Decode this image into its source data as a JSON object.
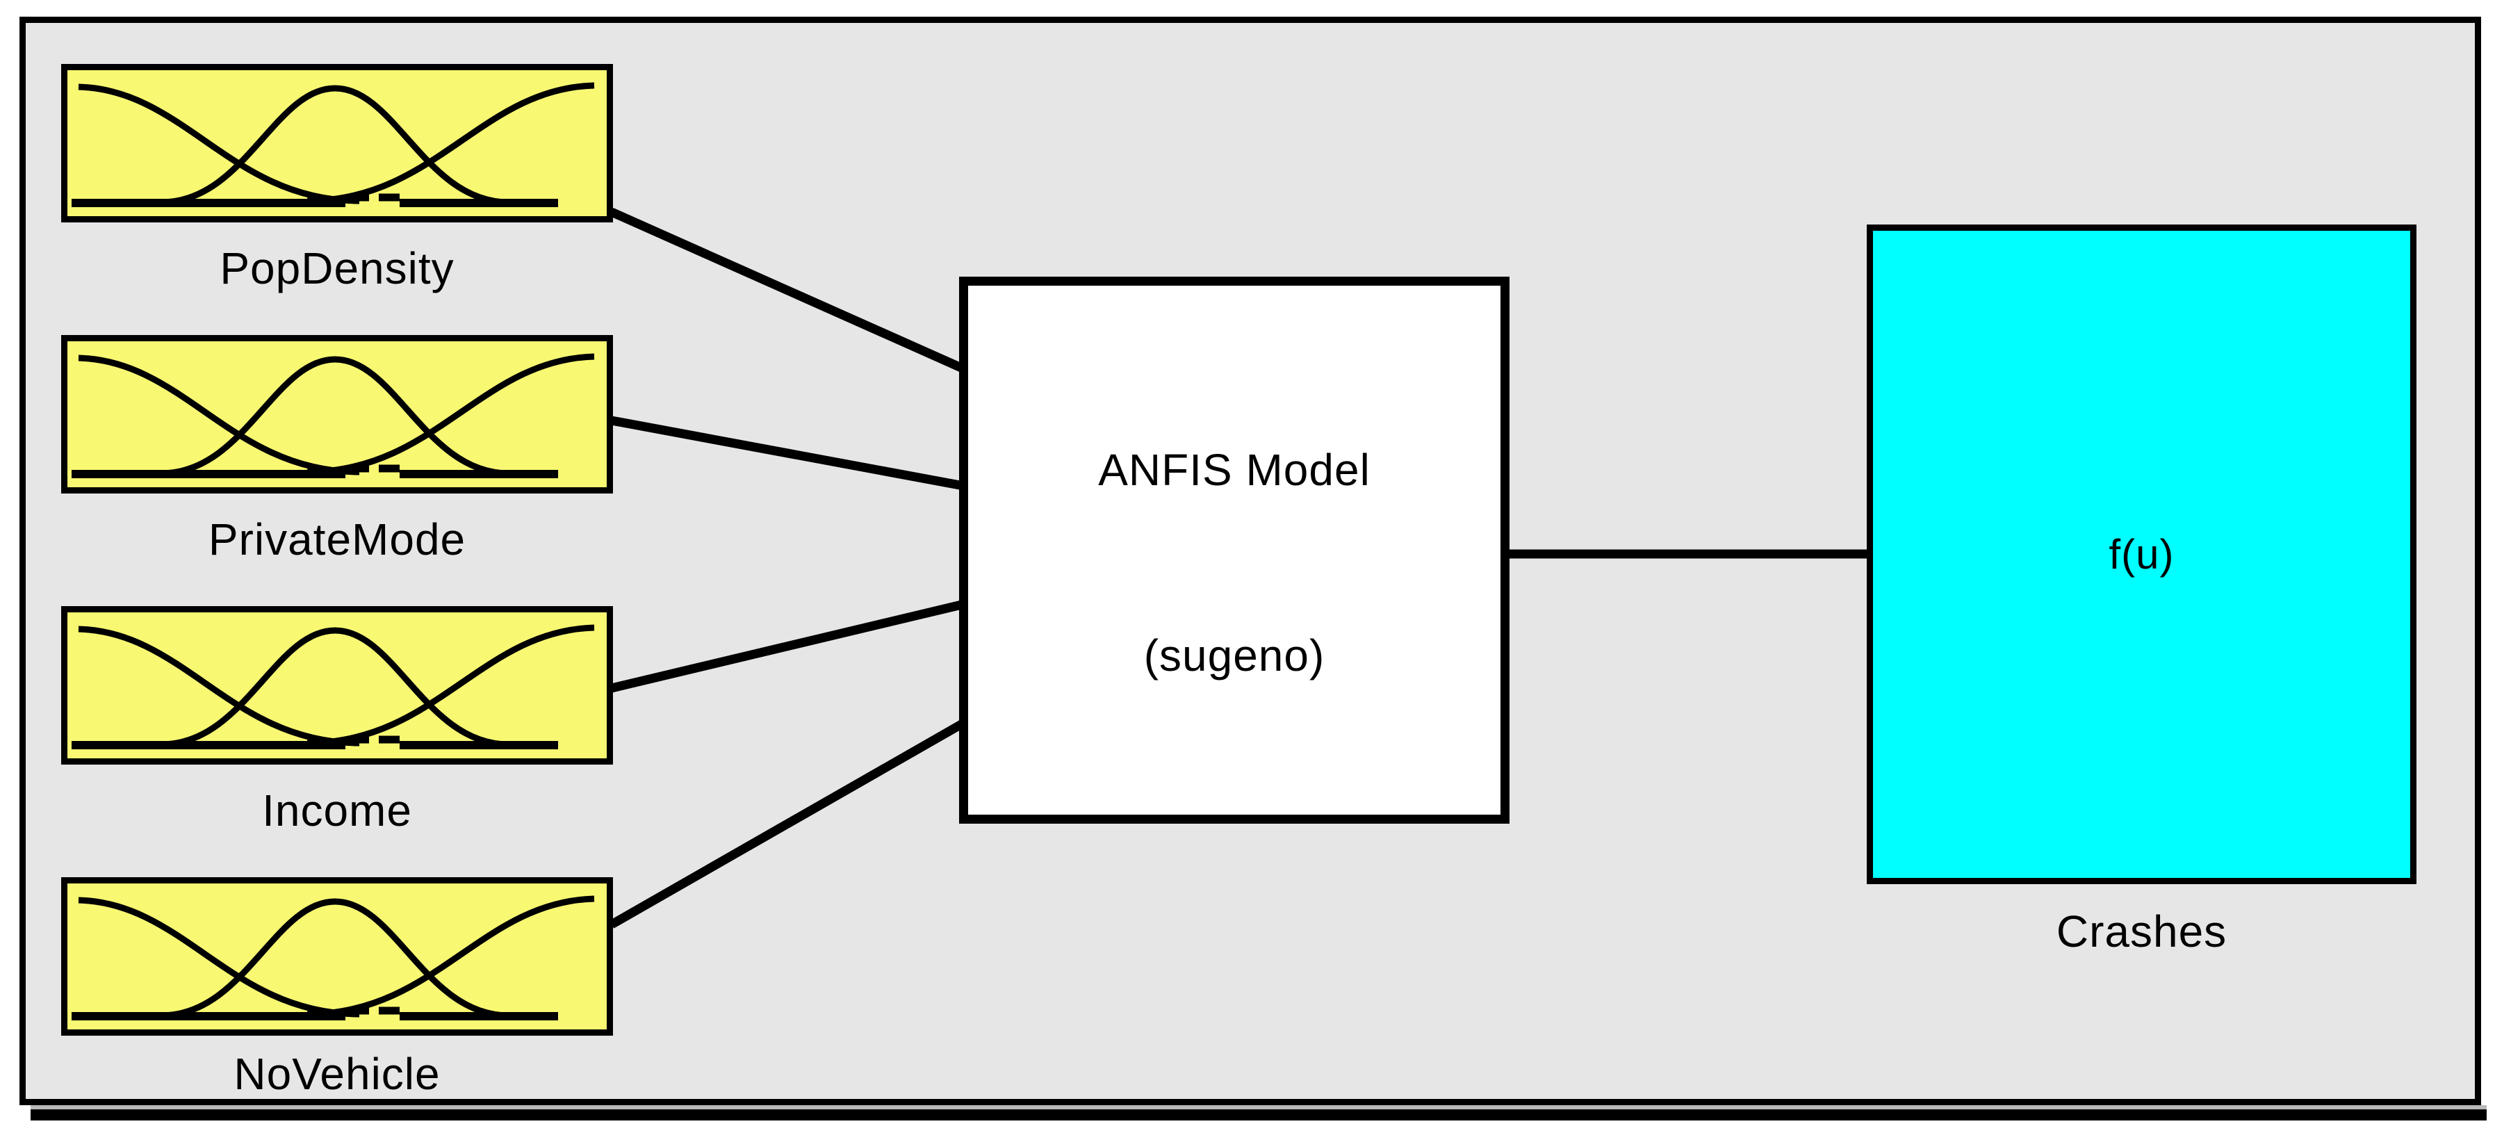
{
  "figure": {
    "description": "ANFIS fuzzy inference system structure diagram",
    "canvas_color": "#e6e6e6",
    "frame_color": "#000000",
    "outer_background": "#ffffff"
  },
  "nodes": {
    "inputs": [
      {
        "label": "PopDensity",
        "type": "input",
        "fill": "#f8f873"
      },
      {
        "label": "PrivateMode",
        "type": "input",
        "fill": "#f8f873"
      },
      {
        "label": "Income",
        "type": "input",
        "fill": "#f8f873"
      },
      {
        "label": "NoVehicle",
        "type": "input",
        "fill": "#f8f873"
      }
    ],
    "model": {
      "title": "ANFIS Model",
      "subtitle": "(sugeno)",
      "fill": "#ffffff"
    },
    "output": {
      "formula": "f(u)",
      "label": "Crashes",
      "fill": "#00ffff"
    }
  },
  "connections": [
    {
      "from": "PopDensity",
      "to": "ANFIS Model"
    },
    {
      "from": "PrivateMode",
      "to": "ANFIS Model"
    },
    {
      "from": "Income",
      "to": "ANFIS Model"
    },
    {
      "from": "NoVehicle",
      "to": "ANFIS Model"
    },
    {
      "from": "ANFIS Model",
      "to": "Crashes"
    }
  ]
}
